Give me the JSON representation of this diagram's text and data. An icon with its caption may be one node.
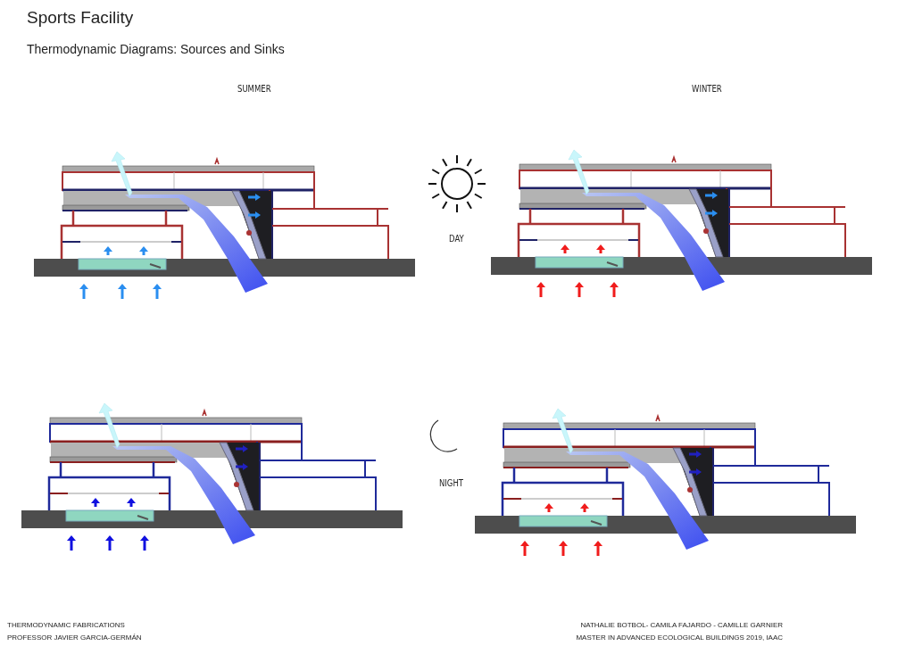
{
  "diagram": {
    "title": "Sports Facility",
    "labels": [
      "Thermodynamic Diagrams: Sources and Sinks",
      "SUMMER",
      "WINTER",
      "DAY",
      "NIGHT",
      "THERMODYNAMIC FABRICATIONS",
      "PROFESSOR JAVIER GARCIA-GERMÁN",
      "NATHALIE BOTBOL- CAMILA FAJARDO - CAMILLE GARNIER",
      "MASTER IN ADVANCED ECOLOGICAL BUILDINGS 2019, IAAC"
    ]
  }
}
